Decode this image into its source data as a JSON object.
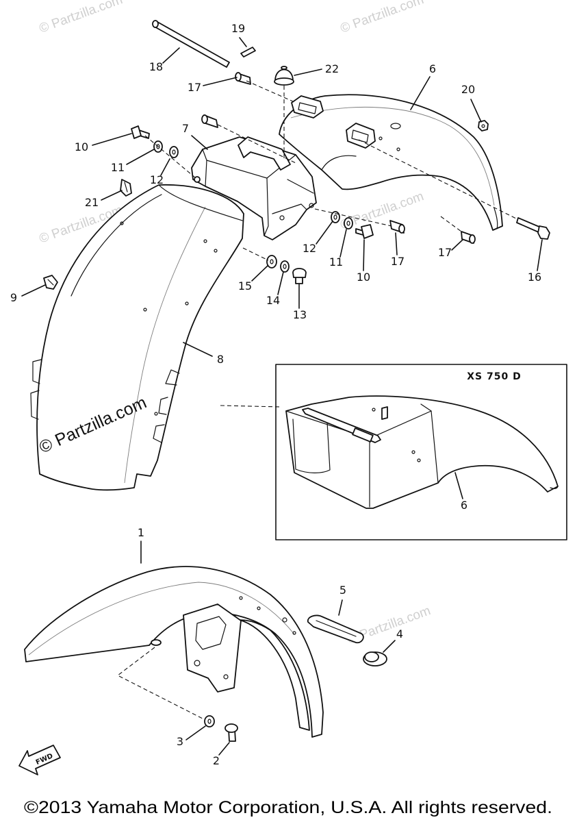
{
  "colors": {
    "line": "#111111",
    "watermark": "#cfcfcf",
    "background": "#ffffff"
  },
  "diagram": {
    "callouts": [
      "19",
      "18",
      "22",
      "6",
      "17",
      "20",
      "7",
      "10",
      "11",
      "12",
      "21",
      "12",
      "11",
      "17",
      "17",
      "10",
      "16",
      "15",
      "14",
      "13",
      "9",
      "8",
      "6",
      "1",
      "5",
      "4",
      "3",
      "2"
    ],
    "inset": {
      "label": "XS 750 D"
    },
    "direction_arrow": {
      "label": "FWD",
      "icon": "fwd-arrow-icon"
    },
    "watermark": "© Partzilla.com"
  },
  "footer": {
    "copyright": "©2013 Yamaha Motor Corporation, U.S.A. All rights reserved."
  }
}
